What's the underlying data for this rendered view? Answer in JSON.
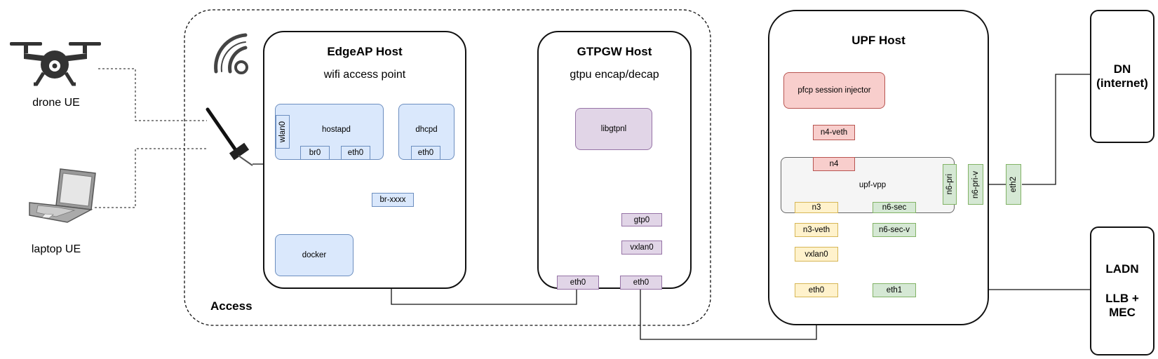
{
  "devices": {
    "drone_label": "drone UE",
    "laptop_label": "laptop UE"
  },
  "access": {
    "label": "Access"
  },
  "edgeap": {
    "title": "EdgeAP Host",
    "subtitle": "wifi access point",
    "hostapd": "hostapd",
    "wlan0": "wlan0",
    "br0": "br0",
    "eth0": "eth0",
    "dhcpd": "dhcpd",
    "dhcpd_eth0": "eth0",
    "br_xxxx": "br-xxxx",
    "docker": "docker"
  },
  "gtpgw": {
    "title": "GTPGW Host",
    "subtitle": "gtpu encap/decap",
    "libgtpnl": "libgtpnl",
    "gtp0": "gtp0",
    "vxlan0": "vxlan0",
    "eth0_left": "eth0",
    "eth0_right": "eth0"
  },
  "upf": {
    "title": "UPF Host",
    "pfcp": "pfcp session injector",
    "n4_veth": "n4-veth",
    "n4": "n4",
    "upf_vpp": "upf-vpp",
    "n6_pri": "n6-pri",
    "n6_pri_v": "n6-pri-v",
    "eth2": "eth2",
    "n3": "n3",
    "n6_sec": "n6-sec",
    "n3_veth": "n3-veth",
    "n6_sec_v": "n6-sec-v",
    "vxlan0": "vxlan0",
    "eth0": "eth0",
    "eth1": "eth1"
  },
  "dn": {
    "line1": "DN",
    "line2": "(internet)"
  },
  "ladn": {
    "line1": "LADN",
    "line2": "LLB +",
    "line3": "MEC"
  }
}
